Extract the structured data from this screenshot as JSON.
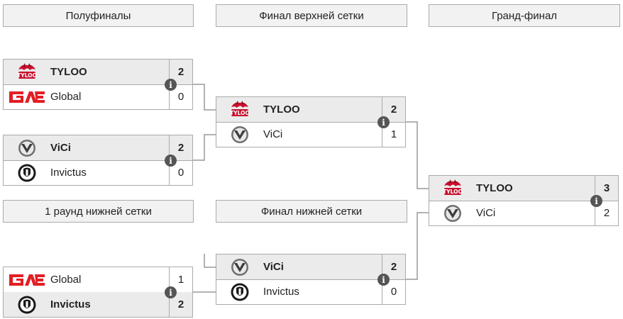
{
  "headers": {
    "semifinals": "Полуфиналы",
    "upper_final": "Финал верхней сетки",
    "grand_final": "Гранд-финал",
    "lower_round1": "1 раунд нижней сетки",
    "lower_final": "Финал нижней сетки"
  },
  "info_glyph": "i",
  "matches": {
    "sf1": {
      "top": {
        "team": "TYLOO",
        "score": "2",
        "logo": "tyloo-logo"
      },
      "bottom": {
        "team": "Global",
        "score": "0",
        "logo": "global-logo"
      }
    },
    "sf2": {
      "top": {
        "team": "ViCi",
        "score": "2",
        "logo": "vici-logo"
      },
      "bottom": {
        "team": "Invictus",
        "score": "0",
        "logo": "invictus-logo"
      }
    },
    "uf": {
      "top": {
        "team": "TYLOO",
        "score": "2",
        "logo": "tyloo-logo"
      },
      "bottom": {
        "team": "ViCi",
        "score": "1",
        "logo": "vici-logo"
      }
    },
    "gf": {
      "top": {
        "team": "TYLOO",
        "score": "3",
        "logo": "tyloo-logo"
      },
      "bottom": {
        "team": "ViCi",
        "score": "2",
        "logo": "vici-logo"
      }
    },
    "lr1": {
      "top": {
        "team": "Global",
        "score": "1",
        "logo": "global-logo"
      },
      "bottom": {
        "team": "Invictus",
        "score": "2",
        "logo": "invictus-logo"
      }
    },
    "lf": {
      "top": {
        "team": "ViCi",
        "score": "2",
        "logo": "vici-logo"
      },
      "bottom": {
        "team": "Invictus",
        "score": "0",
        "logo": "invictus-logo"
      }
    }
  },
  "colors": {
    "header_bg": "#f2f2f2",
    "winner_bg": "#ebebeb",
    "border": "#aaaaaa",
    "info_icon": "#555555",
    "tyloo_red": "#c8102e",
    "global_red": "#e31e24"
  }
}
